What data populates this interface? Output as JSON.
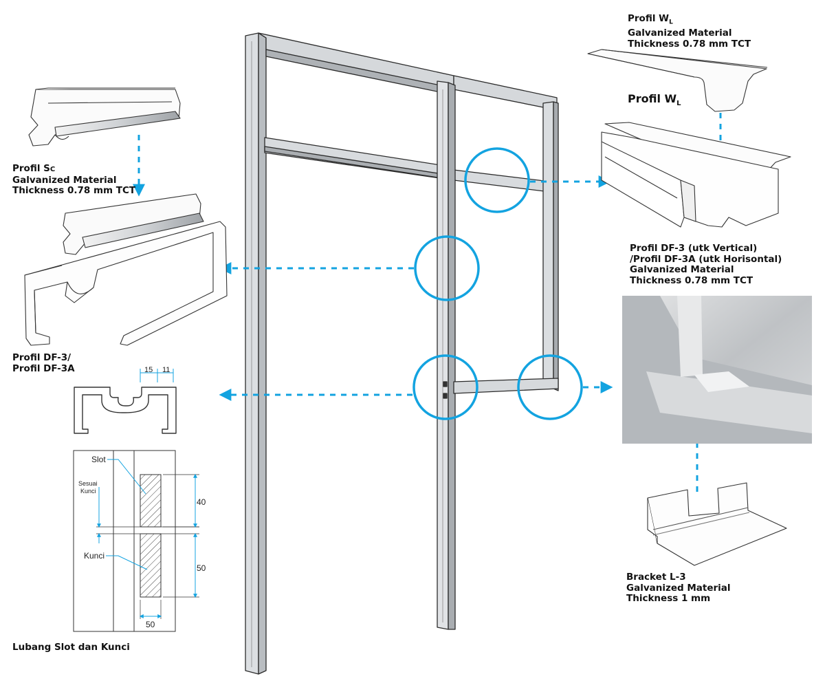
{
  "labels": {
    "profil_sc": {
      "title_main": "Profil S",
      "title_sub": "C",
      "lines": [
        "Galvanized Material",
        "Thickness 0.78 mm TCT"
      ]
    },
    "profil_wl": {
      "title_main": "Profil W",
      "title_sub": "L",
      "lines": [
        "Galvanized Material",
        "Thickness 0.78 mm TCT"
      ]
    },
    "profil_wl_caption": {
      "main": "Profil W",
      "sub": "L"
    },
    "profil_df3": {
      "lines": [
        "Profil DF-3 (utk Vertical)",
        "/Profil DF-3A (utk Horisontal)",
        "Galvanized Material",
        "Thickness 0.78 mm TCT"
      ]
    },
    "profil_df3_left": {
      "lines": [
        "Profil DF-3/",
        "Profil DF-3A"
      ]
    },
    "bracket": {
      "lines": [
        "Bracket L-3",
        "Galvanized Material",
        "Thickness 1 mm"
      ]
    },
    "lubang": "Lubang Slot dan Kunci"
  },
  "cross_section": {
    "dims": [
      "15",
      "11"
    ]
  },
  "slot_drawing": {
    "slot_label": "Slot",
    "sesuai_label": [
      "Sesuai",
      "Kunci"
    ],
    "kunci_label": "Kunci",
    "dim_slot": "40",
    "dim_kunci": "50",
    "dim_width": "50"
  },
  "colors": {
    "callout": "#13a3e0",
    "frame_fill": "#d9dcdf",
    "frame_stroke": "#2b2b2b",
    "photo_bg": "#c7c9cb"
  }
}
